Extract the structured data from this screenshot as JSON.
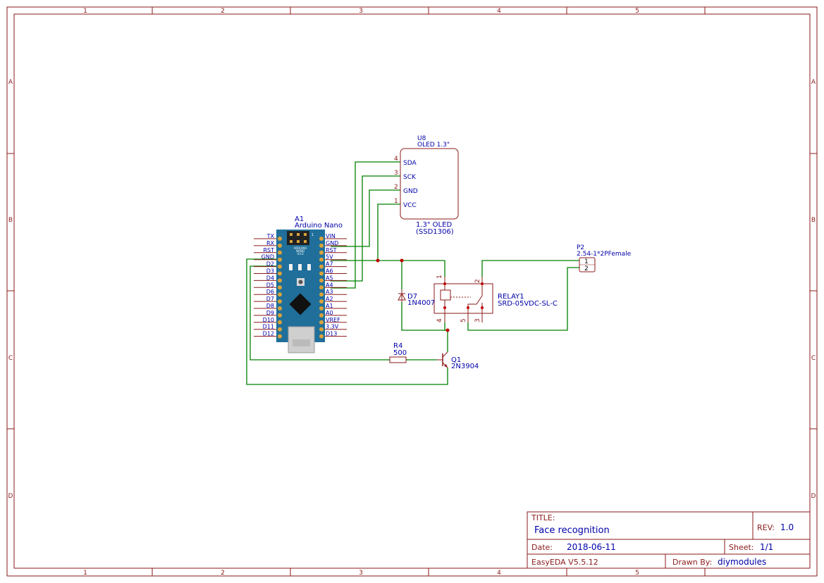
{
  "frame": {
    "cols": [
      "1",
      "2",
      "3",
      "4",
      "5"
    ],
    "rows": [
      "A",
      "B",
      "C",
      "D"
    ]
  },
  "title_block": {
    "title_label": "TITLE:",
    "title": "Face recognition",
    "rev_label": "REV:",
    "rev": "1.0",
    "date_label": "Date:",
    "date": "2018-06-11",
    "sheet_label": "Sheet:",
    "sheet": "1/1",
    "tool": "EasyEDA V5.5.12",
    "drawn_label": "Drawn By:",
    "drawn_by": "diymodules"
  },
  "components": {
    "oled": {
      "ref": "U8",
      "value": "OLED 1.3\"",
      "desc1": "1.3\" OLED",
      "desc2": "(SSD1306)",
      "pins": [
        {
          "num": "4",
          "name": "SDA"
        },
        {
          "num": "3",
          "name": "SCK"
        },
        {
          "num": "2",
          "name": "GND"
        },
        {
          "num": "1",
          "name": "VCC"
        }
      ]
    },
    "nano": {
      "ref": "A1",
      "value": "Arduino Nano",
      "left_pins": [
        "TX",
        "RX",
        "RST",
        "GND",
        "D2",
        "D3",
        "D4",
        "D5",
        "D6",
        "D7",
        "D8",
        "D9",
        "D10",
        "D11",
        "D12"
      ],
      "right_pins": [
        "VIN",
        "GND",
        "RST",
        "5V",
        "A7",
        "A6",
        "A5",
        "A4",
        "A3",
        "A2",
        "A1",
        "A0",
        "VREF",
        "3.3V",
        "D13"
      ],
      "board_silk": [
        "ARDUINO",
        "NANO",
        "V3.0"
      ],
      "icsp_pin": "1"
    },
    "relay": {
      "ref": "RELAY1",
      "value": "SRD-05VDC-SL-C",
      "pins": [
        "1",
        "2",
        "4",
        "5",
        "3"
      ]
    },
    "diode": {
      "ref": "D7",
      "value": "1N4007"
    },
    "resistor": {
      "ref": "R4",
      "value": "500"
    },
    "transistor": {
      "ref": "Q1",
      "value": "2N3904"
    },
    "connector": {
      "ref": "P2",
      "value": "2.54-1*2PFemale",
      "pins": [
        "1",
        "2"
      ]
    }
  },
  "colors": {
    "frame": "#8b1a1a",
    "wire": "#008000",
    "text": "#0000aa",
    "board": "#1f6f9a"
  }
}
